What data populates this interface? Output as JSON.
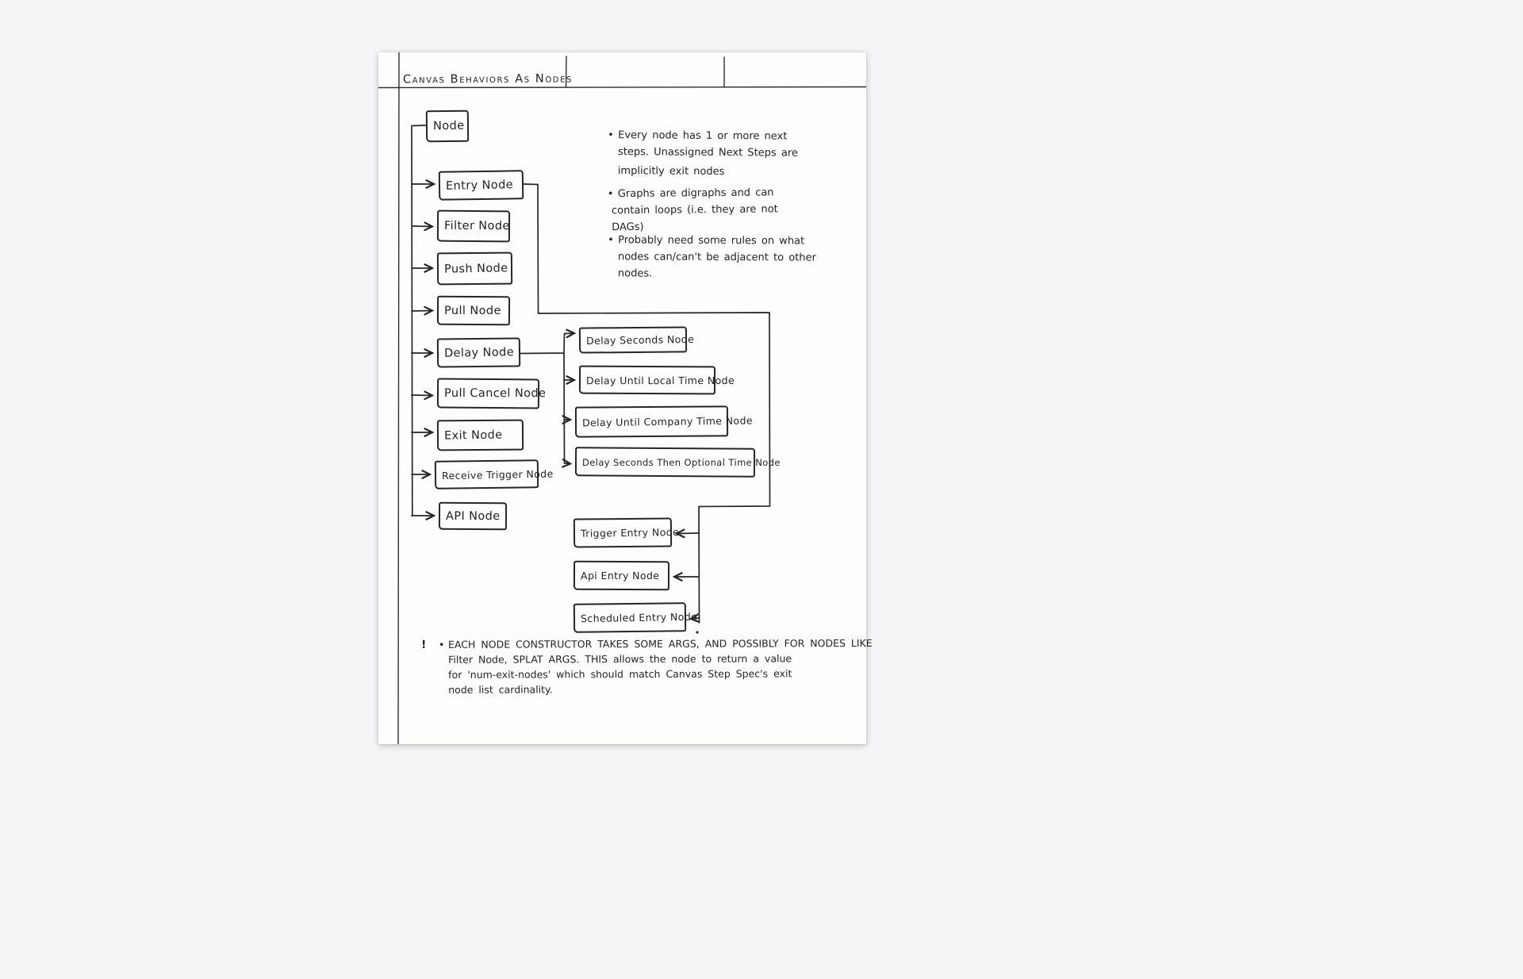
{
  "page": {
    "title": "Canvas Behaviors As Nodes"
  },
  "tree": {
    "root": "Node",
    "children": [
      "Entry Node",
      "Filter Node",
      "Push Node",
      "Pull Node",
      "Delay Node",
      "Pull Cancel Node",
      "Exit Node",
      "Receive Trigger Node",
      "API Node"
    ],
    "delay_children": [
      "Delay Seconds Node",
      "Delay Until Local Time Node",
      "Delay Until Company Time Node",
      "Delay Seconds Then Optional Time Node"
    ],
    "entry_children": [
      "Trigger Entry Node",
      "Api Entry Node",
      "Scheduled Entry Node"
    ]
  },
  "notes": {
    "bullet_glyph": "•",
    "bullets": [
      {
        "lines": [
          "Every node has 1 or more next",
          "steps. Unassigned Next Steps are",
          "implicitly exit nodes"
        ]
      },
      {
        "lines": [
          "Graphs are digraphs and can",
          "contain loops (i.e. they are not",
          "DAGs)"
        ]
      },
      {
        "lines": [
          "Probably need some rules on what",
          "nodes can/can't be adjacent to other",
          "nodes."
        ]
      }
    ]
  },
  "footnote": {
    "marker": "!",
    "bullet_glyph": "•",
    "lines": [
      "EACH NODE CONSTRUCTOR TAKES SOME ARGS, AND POSSIBLY FOR NODES LIKE",
      "Filter Node, SPLAT ARGS. THIS allows the node to return a value",
      "for 'num-exit-nodes' which should match Canvas Step Spec's exit",
      "node list cardinality."
    ]
  },
  "colors": {
    "ink": "#262626",
    "paper": "#fdfdfc",
    "background": "#f4f5f6"
  }
}
